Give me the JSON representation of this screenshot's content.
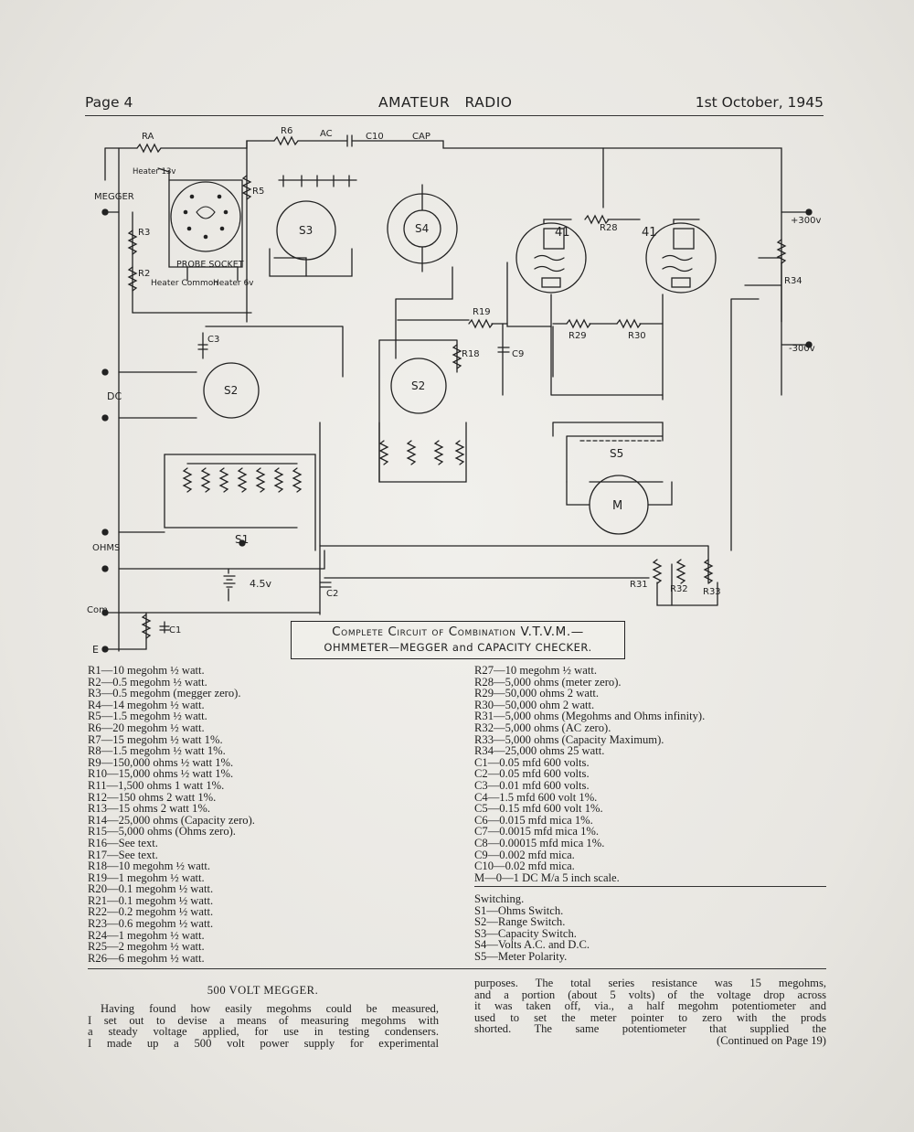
{
  "header": {
    "page": "Page 4",
    "magazine": "AMATEUR   RADIO",
    "date": "1st October, 1945"
  },
  "schematic": {
    "labels": {
      "megger": "MEGGER",
      "dc": "DC",
      "ohms": "OHMS",
      "com": "Com",
      "e": "E",
      "plus300": "+300v",
      "minus300": "-300v",
      "probe_socket": "PROBE SOCKET",
      "heater_common": "Heater Common",
      "heater_6v": "Heater 6v",
      "heater_13v": "Heater 13v",
      "ac": "AC",
      "cap": "CAP",
      "tube1": "41",
      "tube2": "41",
      "meter": "M",
      "battery": "4.5v",
      "s1": "S1",
      "s2": "S2",
      "s3": "S3",
      "s4": "S4",
      "s5": "S5",
      "ra": "RA",
      "r2": "R2",
      "r3": "R3",
      "r5": "R5",
      "r6": "R6",
      "r18": "R18",
      "r19": "R19",
      "r28": "R28",
      "r29": "R29",
      "r30": "R30",
      "r31": "R31",
      "r32": "R32",
      "r33": "R33",
      "r34": "R34",
      "c1": "C1",
      "c2": "C2",
      "c3": "C3",
      "c9": "C9",
      "c10": "C10"
    },
    "caption_line1": "Complete Circuit of Combination V.T.V.M.—",
    "caption_line2": "OHMMETER—MEGGER and CAPACITY CHECKER."
  },
  "parts_left": [
    "R1—10 megohm ½ watt.",
    "R2—0.5 megohm ½ watt.",
    "R3—0.5 megohm (megger zero).",
    "R4—14 megohm ½ watt.",
    "R5—1.5 megohm ½ watt.",
    "R6—20 megohm ½ watt.",
    "R7—15 megohm ½ watt 1%.",
    "R8—1.5 megohm ½ watt 1%.",
    "R9—150,000 ohms ½ watt 1%.",
    "R10—15,000 ohms ½ watt 1%.",
    "R11—1,500 ohms 1 watt 1%.",
    "R12—150 ohms 2 watt 1%.",
    "R13—15 ohms 2 watt 1%.",
    "R14—25,000 ohms (Capacity zero).",
    "R15—5,000 ohms (Ohms zero).",
    "R16—See text.",
    "R17—See text.",
    "R18—10 megohm ½ watt.",
    "R19—1 megohm ½ watt.",
    "R20—0.1 megohm ½ watt.",
    "R21—0.1 megohm ½ watt.",
    "R22—0.2 megohm ½ watt.",
    "R23—0.6 megohm ½ watt.",
    "R24—1 megohm ½ watt.",
    "R25—2 megohm ½ watt.",
    "R26—6 megohm ½ watt."
  ],
  "parts_right": [
    "R27—10 megohm ½ watt.",
    "R28—5,000 ohms (meter zero).",
    "R29—50,000 ohms 2 watt.",
    "R30—50,000 ohm 2 watt.",
    "R31—5,000 ohms (Megohms and Ohms infinity).",
    "R32—5,000 ohms (AC zero).",
    "R33—5,000 ohms (Capacity Maximum).",
    "R34—25,000 ohms 25 watt.",
    "C1—0.05 mfd 600 volts.",
    "C2—0.05 mfd 600 volts.",
    "C3—0.01 mfd 600 volts.",
    "C4—1.5 mfd 600 volt 1%.",
    "C5—0.15 mfd 600 volt 1%.",
    "C6—0.015 mfd mica 1%.",
    "C7—0.0015 mfd mica 1%.",
    "C8—0.00015 mfd mica 1%.",
    "C9—0.002 mfd mica.",
    "C10—0.02 mfd mica.",
    "M—0—1 DC M/a 5 inch scale."
  ],
  "switching": [
    "Switching.",
    "S1—Ohms Switch.",
    "S2—Range Switch.",
    "S3—Capacity Switch.",
    "S4—Volts A.C. and D.C.",
    "S5—Meter Polarity."
  ],
  "article": {
    "title": "500 VOLT MEGGER.",
    "left_lines": [
      "Having found how easily megohms could be measured,",
      "I set out to devise a means of measuring megohms with",
      "a steady voltage applied, for use in testing condensers.",
      "I made up a 500 volt power supply for experimental"
    ],
    "right_lines": [
      "purposes. The total series resistance was 15 megohms,",
      "and a portion (about 5 volts) of the voltage drop across",
      "it was taken off, via., a half megohm potentiometer and",
      "used to set the meter pointer to zero with the prods",
      "shorted. The same potentiometer that supplied the",
      "(Continued on Page 19)"
    ]
  }
}
